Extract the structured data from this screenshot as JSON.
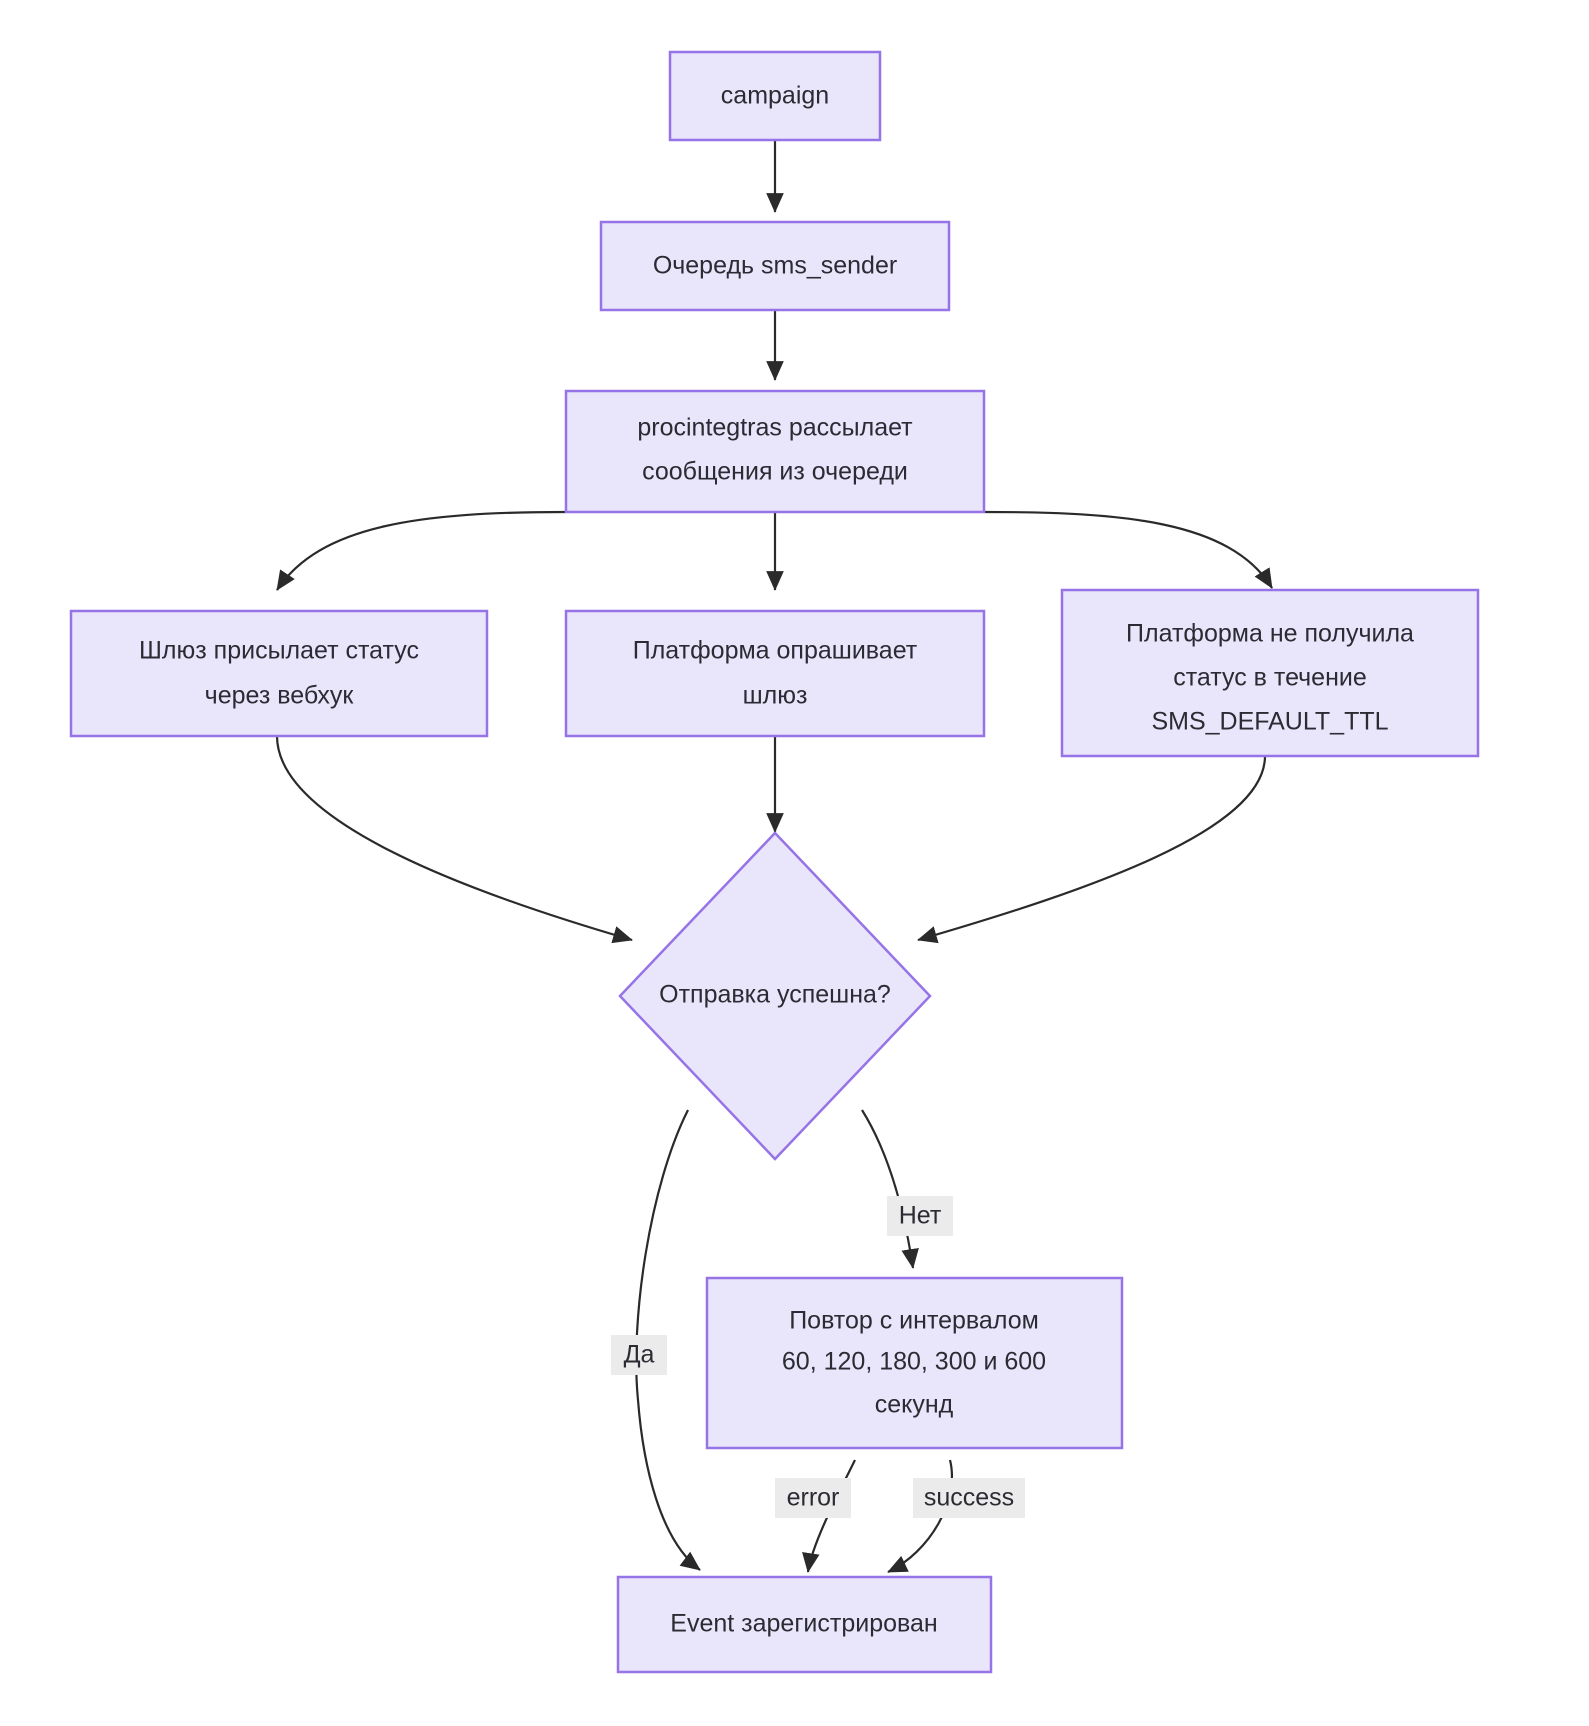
{
  "diagram": {
    "title": "SMS campaign delivery flowchart",
    "background": "#ffffff",
    "node_fill": "#e9e6fb",
    "node_stroke": "#9673e6",
    "edge_color": "#2a2a2a",
    "edge_label_bg": "#ebebeb",
    "text_color": "#2b2b33"
  },
  "nodes": {
    "campaign": {
      "label": "campaign",
      "shape": "rect"
    },
    "queue": {
      "label": "Очередь sms_sender",
      "shape": "rect"
    },
    "procintegtras": {
      "shape": "rect",
      "line1": "procintegtras рассылает",
      "line2": "сообщения из очереди"
    },
    "webhook": {
      "shape": "rect",
      "line1": "Шлюз присылает статус",
      "line2": "через вебхук"
    },
    "poll": {
      "shape": "rect",
      "line1": "Платформа опрашивает",
      "line2": "шлюз"
    },
    "timeout": {
      "shape": "rect",
      "line1": "Платформа не получила",
      "line2": "статус в течение",
      "line3": "SMS_DEFAULT_TTL"
    },
    "decision": {
      "label": "Отправка успешна?",
      "shape": "diamond"
    },
    "retry": {
      "shape": "rect",
      "line1": "Повтор с интервалом",
      "line2": "60, 120, 180, 300 и 600",
      "line3": "секунд"
    },
    "event": {
      "label": "Event зарегистрирован",
      "shape": "rect"
    }
  },
  "edge_labels": {
    "no": "Нет",
    "yes": "Да",
    "error": "error",
    "success": "success"
  },
  "chart_data": {
    "type": "flowchart",
    "direction": "top-down",
    "nodes": [
      {
        "id": "campaign",
        "text": "campaign"
      },
      {
        "id": "queue",
        "text": "Очередь sms_sender"
      },
      {
        "id": "procintegtras",
        "text": "procintegtras рассылает сообщения из очереди"
      },
      {
        "id": "webhook",
        "text": "Шлюз присылает статус через вебхук"
      },
      {
        "id": "poll",
        "text": "Платформа опрашивает шлюз"
      },
      {
        "id": "timeout",
        "text": "Платформа не получила статус в течение SMS_DEFAULT_TTL"
      },
      {
        "id": "decision",
        "text": "Отправка успешна?",
        "shape": "diamond"
      },
      {
        "id": "retry",
        "text": "Повтор с интервалом 60, 120, 180, 300 и 600 секунд"
      },
      {
        "id": "event",
        "text": "Event зарегистрирован"
      }
    ],
    "edges": [
      {
        "from": "campaign",
        "to": "queue",
        "label": ""
      },
      {
        "from": "queue",
        "to": "procintegtras",
        "label": ""
      },
      {
        "from": "procintegtras",
        "to": "webhook",
        "label": ""
      },
      {
        "from": "procintegtras",
        "to": "poll",
        "label": ""
      },
      {
        "from": "procintegtras",
        "to": "timeout",
        "label": ""
      },
      {
        "from": "webhook",
        "to": "decision",
        "label": ""
      },
      {
        "from": "poll",
        "to": "decision",
        "label": ""
      },
      {
        "from": "timeout",
        "to": "decision",
        "label": ""
      },
      {
        "from": "decision",
        "to": "event",
        "label": "Да"
      },
      {
        "from": "decision",
        "to": "retry",
        "label": "Нет"
      },
      {
        "from": "retry",
        "to": "event",
        "label": "error"
      },
      {
        "from": "retry",
        "to": "event",
        "label": "success"
      }
    ]
  }
}
